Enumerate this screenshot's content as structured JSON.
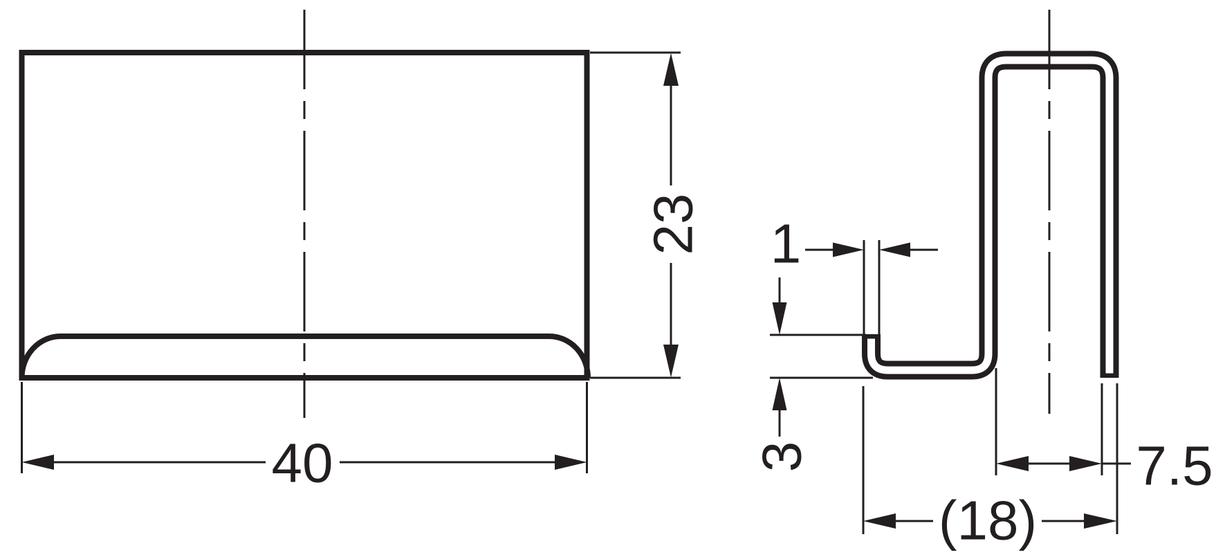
{
  "drawing": {
    "type": "technical-dimension-drawing",
    "background_color": "#ffffff",
    "line_color": "#231f20",
    "views": {
      "front": {
        "name": "front-view-of-clip-plate",
        "width_dim": "40",
        "height_dim": "23"
      },
      "side": {
        "name": "side-profile-of-clip",
        "material_thickness_dim": "1",
        "hem_height_dim": "3",
        "channel_width_dim": "7.5",
        "overall_depth_dim": "(18)"
      }
    }
  }
}
